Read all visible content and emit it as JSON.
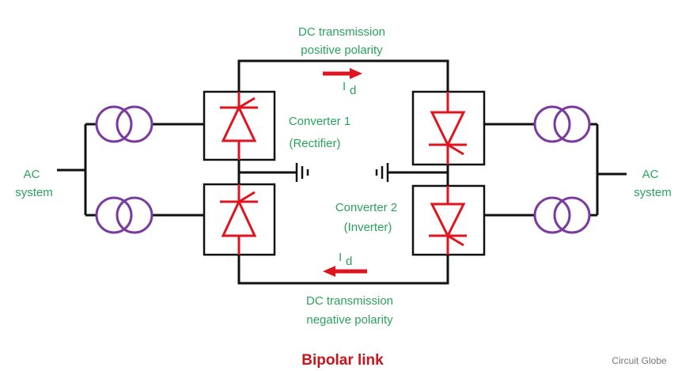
{
  "colors": {
    "wire": "#111111",
    "label_green": "#2aa35a",
    "thyristor_red": "#e0141e",
    "transformer_purple": "#7a3aa0",
    "title_red": "#c8151d",
    "watermark_gray": "#777777"
  },
  "labels": {
    "ac_left_line1": "AC",
    "ac_left_line2": "system",
    "ac_right_line1": "AC",
    "ac_right_line2": "system",
    "dc_top_line1": "DC transmission",
    "dc_top_line2": "positive polarity",
    "dc_bottom_line1": "DC transmission",
    "dc_bottom_line2": "negative polarity",
    "converter1_line1": "Converter 1",
    "converter1_line2": "(Rectifier)",
    "converter2_line1": "Converter 2",
    "converter2_line2": "(Inverter)",
    "current_symbol": "I",
    "current_subscript": "d"
  },
  "title": "Bipolar link",
  "watermark": "Circuit Globe"
}
